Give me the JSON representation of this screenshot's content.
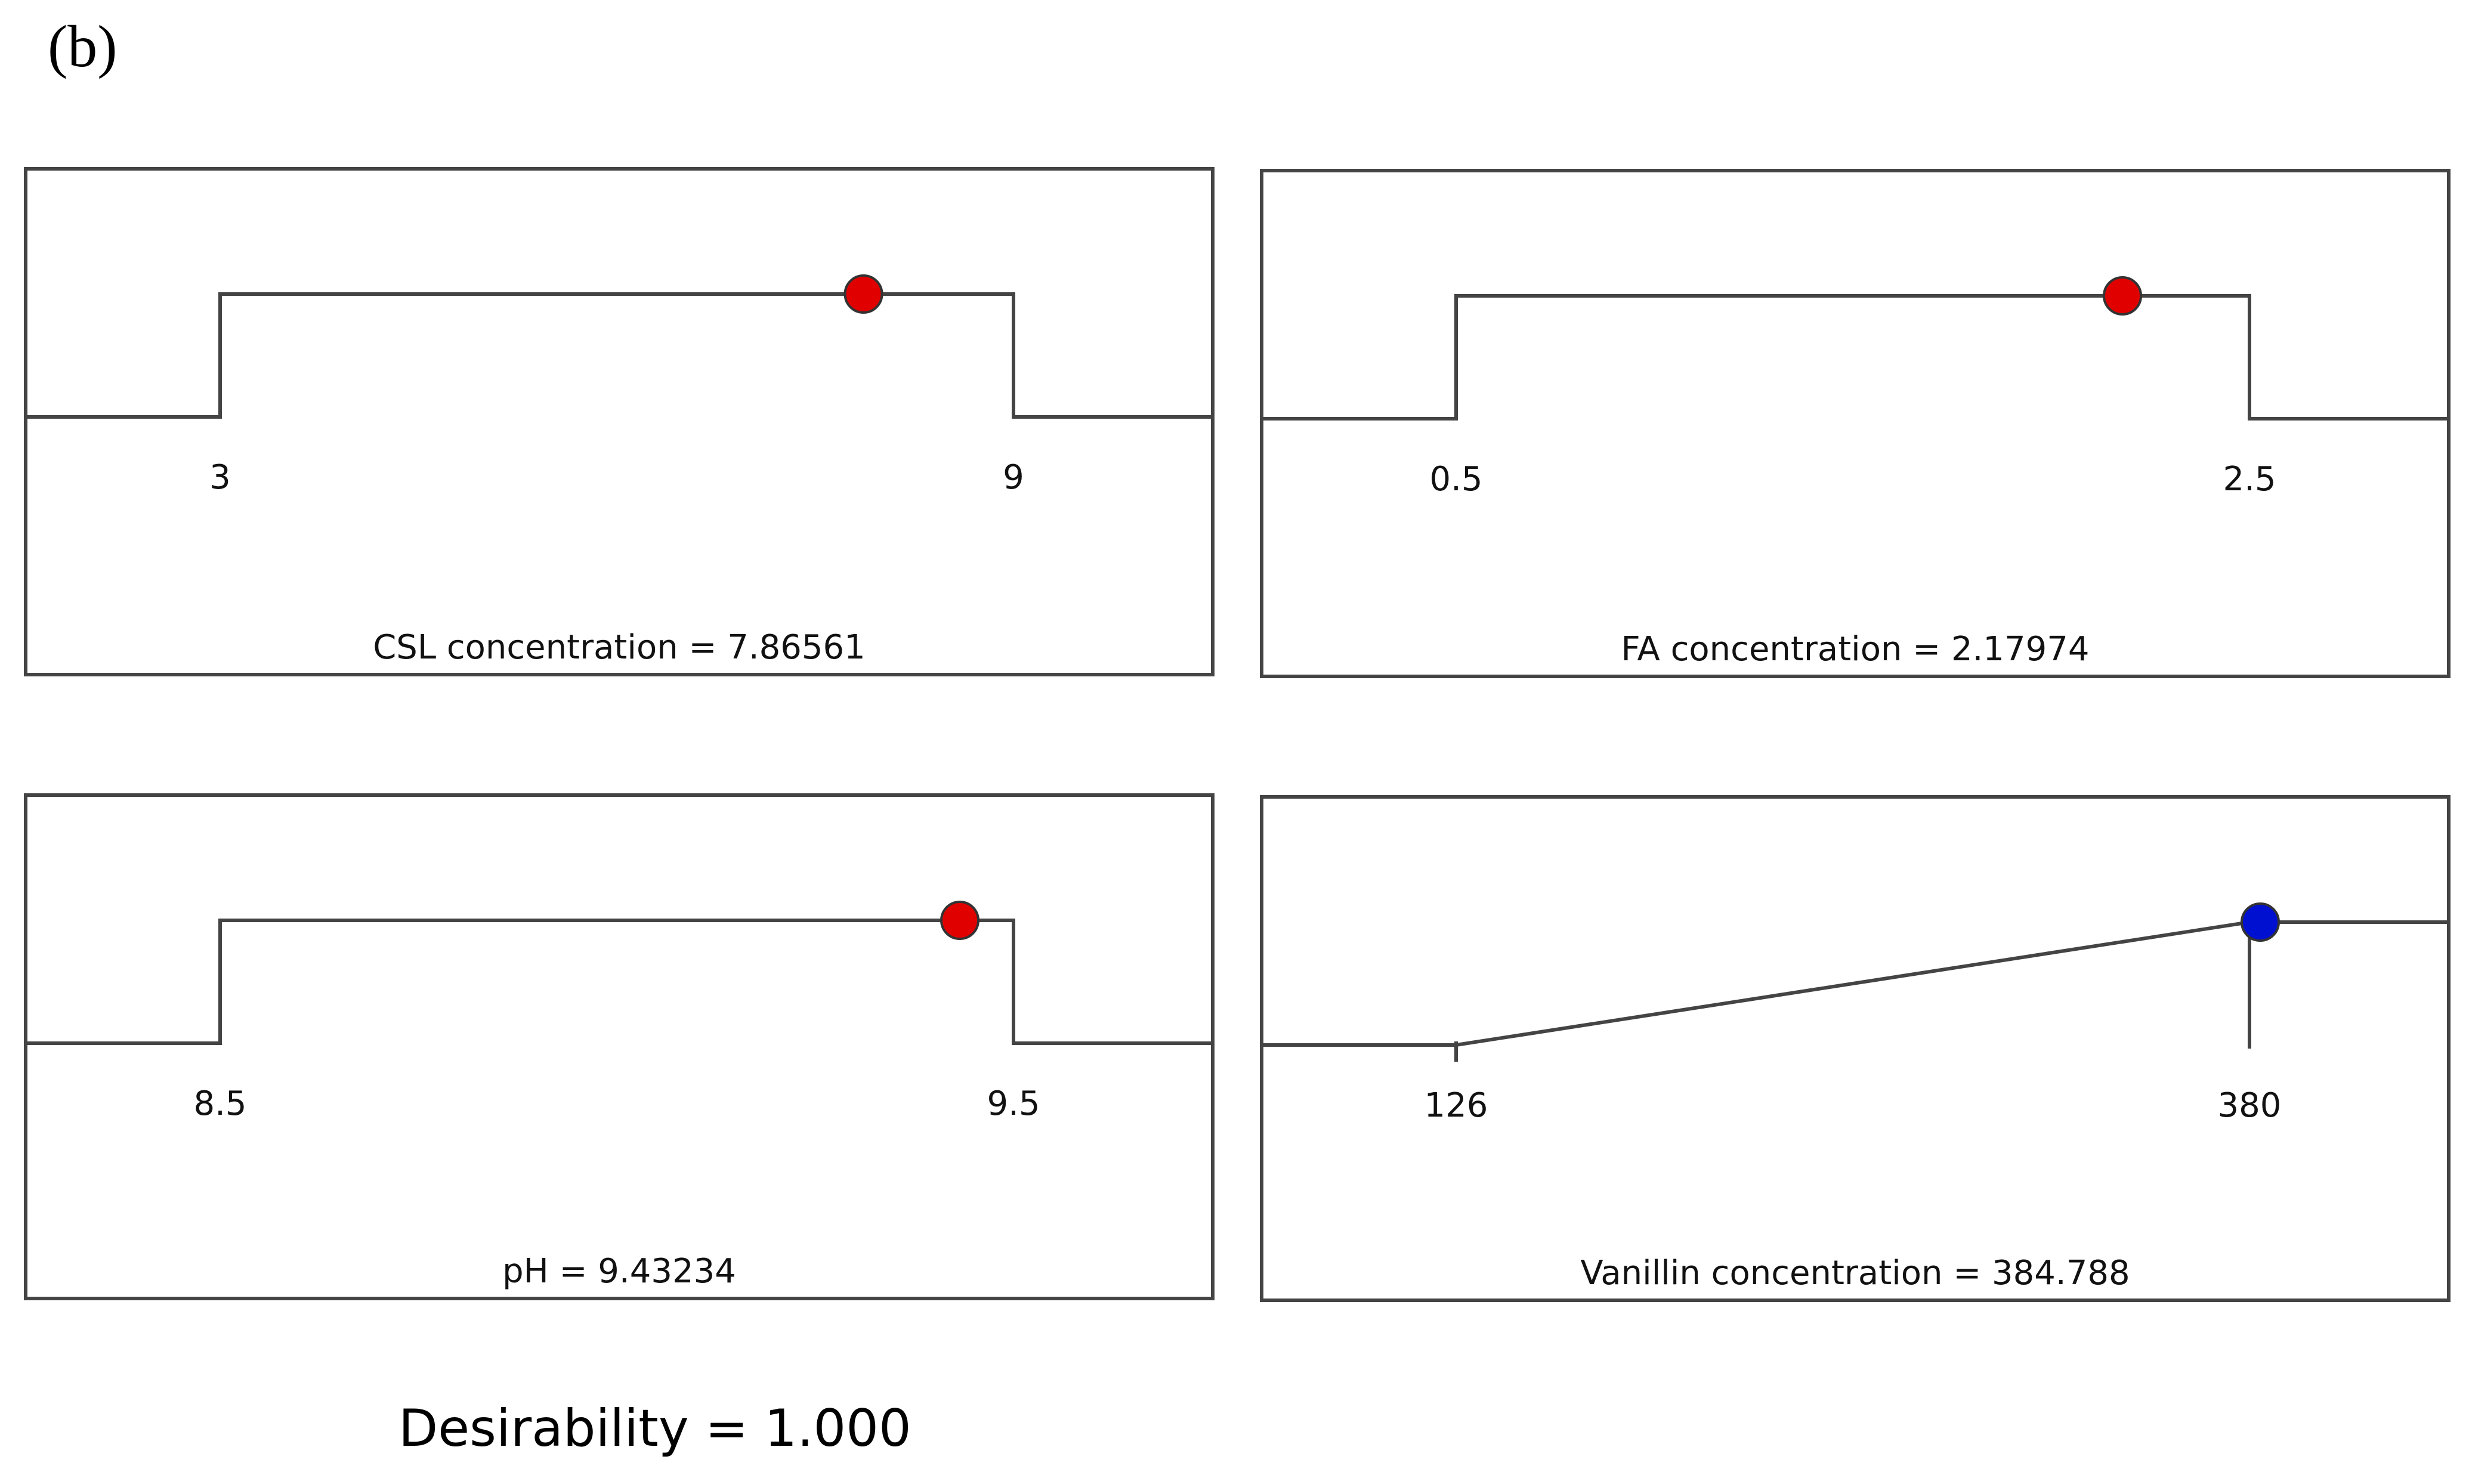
{
  "panel_label": "(b)",
  "desirability_text": "Desirability = 1.000",
  "colors": {
    "factor_point": "#e00000",
    "response_point": "#0010d0",
    "line": "#444444"
  },
  "chart_data": [
    {
      "type": "line",
      "shape": "range-step",
      "low": 3,
      "high": 9,
      "value": 7.86561,
      "tick_labels": [
        "3",
        "9"
      ],
      "caption": "CSL concentration = 7.86561",
      "marker_color": "red"
    },
    {
      "type": "line",
      "shape": "range-step",
      "low": 0.5,
      "high": 2.5,
      "value": 2.17974,
      "tick_labels": [
        "0.5",
        "2.5"
      ],
      "caption": "FA concentration = 2.17974",
      "marker_color": "red"
    },
    {
      "type": "line",
      "shape": "range-step",
      "low": 8.5,
      "high": 9.5,
      "value": 9.43234,
      "tick_labels": [
        "8.5",
        "9.5"
      ],
      "caption": "pH = 9.43234",
      "marker_color": "red"
    },
    {
      "type": "line",
      "shape": "maximize-ramp",
      "low": 126,
      "high": 380,
      "value": 384.788,
      "tick_labels": [
        "126",
        "380"
      ],
      "caption": "Vanillin concentration = 384.788",
      "marker_color": "blue"
    }
  ]
}
